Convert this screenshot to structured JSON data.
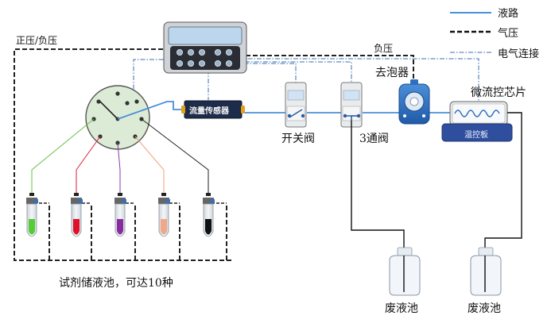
{
  "legend": {
    "liquid": "液路",
    "gas": "气压",
    "electric": "电气连接"
  },
  "labels": {
    "pressure_pos_neg": "正压/负压",
    "pressure_neg": "负压",
    "debubbler": "去泡器",
    "microfluidic_chip": "微流控芯片",
    "flow_sensor": "流量传感器",
    "switch_valve": "开关阀",
    "three_way_valve": "3通阀",
    "temp_plate": "温控板",
    "reservoir_caption": "试剂储液池，可达10种",
    "waste_1": "废液池",
    "waste_2": "废液池"
  },
  "colors": {
    "liquid_line": "#4a90d9",
    "gas_line": "#111111",
    "electric_line": "#3a6fb0",
    "sensor_body": "#1d2c4a",
    "sensor_caps": "#e0a21b",
    "pump_blue": "#2e6fc0",
    "temp_plate": "#2f4f9e"
  },
  "reservoirs": [
    {
      "color": "#55cc33",
      "line": "#66c04a"
    },
    {
      "color": "#e0102a",
      "line": "#d9203a"
    },
    {
      "color": "#8a2aa0",
      "line": "#8a3aa8"
    },
    {
      "color": "#f0a888",
      "line": "#f1a27a"
    },
    {
      "color": "#111111",
      "line": "#222222"
    }
  ]
}
